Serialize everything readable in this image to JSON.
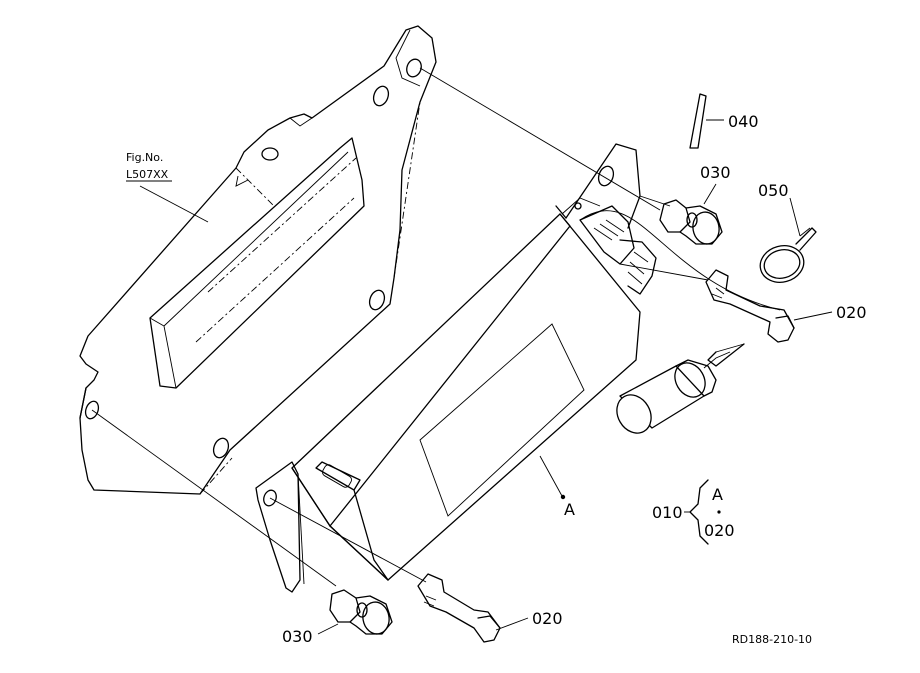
{
  "figure_reference": {
    "line1": "Fig.No.",
    "line2": "L507XX"
  },
  "part_labels": {
    "p040": "040",
    "p030_top": "030",
    "p050": "050",
    "p020_right": "020",
    "pA": "A",
    "p020_bottom": "020",
    "p030_bottom": "030"
  },
  "assembly_callout": {
    "parent": "010",
    "child_a": "A",
    "child_b": "020"
  },
  "drawing_code": "RD188-210-10"
}
